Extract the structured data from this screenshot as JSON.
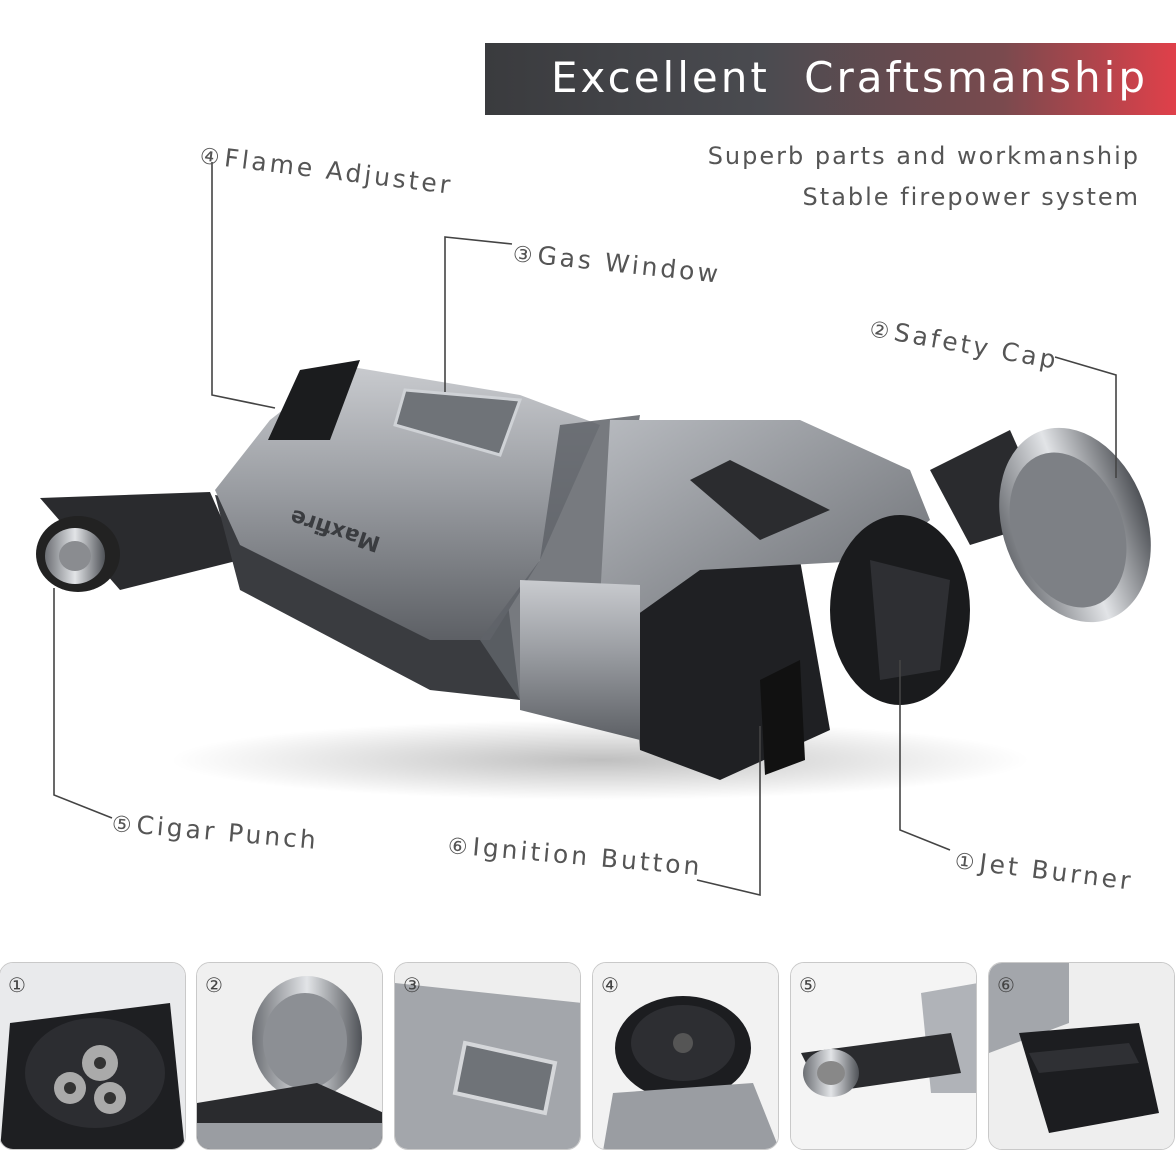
{
  "banner": {
    "title": "Excellent  Craftsmanship"
  },
  "subtitle": {
    "line1": "Superb parts and workmanship",
    "line2": "Stable firepower system"
  },
  "product": {
    "brand": "Maxfire"
  },
  "callouts": [
    {
      "num": "④",
      "text": "Flame Adjuster"
    },
    {
      "num": "③",
      "text": "Gas Window"
    },
    {
      "num": "②",
      "text": "Safety Cap"
    },
    {
      "num": "⑤",
      "text": "Cigar Punch"
    },
    {
      "num": "⑥",
      "text": "Ignition Button"
    },
    {
      "num": "①",
      "text": "Jet Burner"
    }
  ],
  "thumbnails": [
    "①",
    "②",
    "③",
    "④",
    "⑤",
    "⑥"
  ],
  "colors": {
    "banner_start": "#3a3b3e",
    "banner_end": "#e0404a",
    "metal": "#8e9196",
    "dark": "#1e1f22"
  }
}
